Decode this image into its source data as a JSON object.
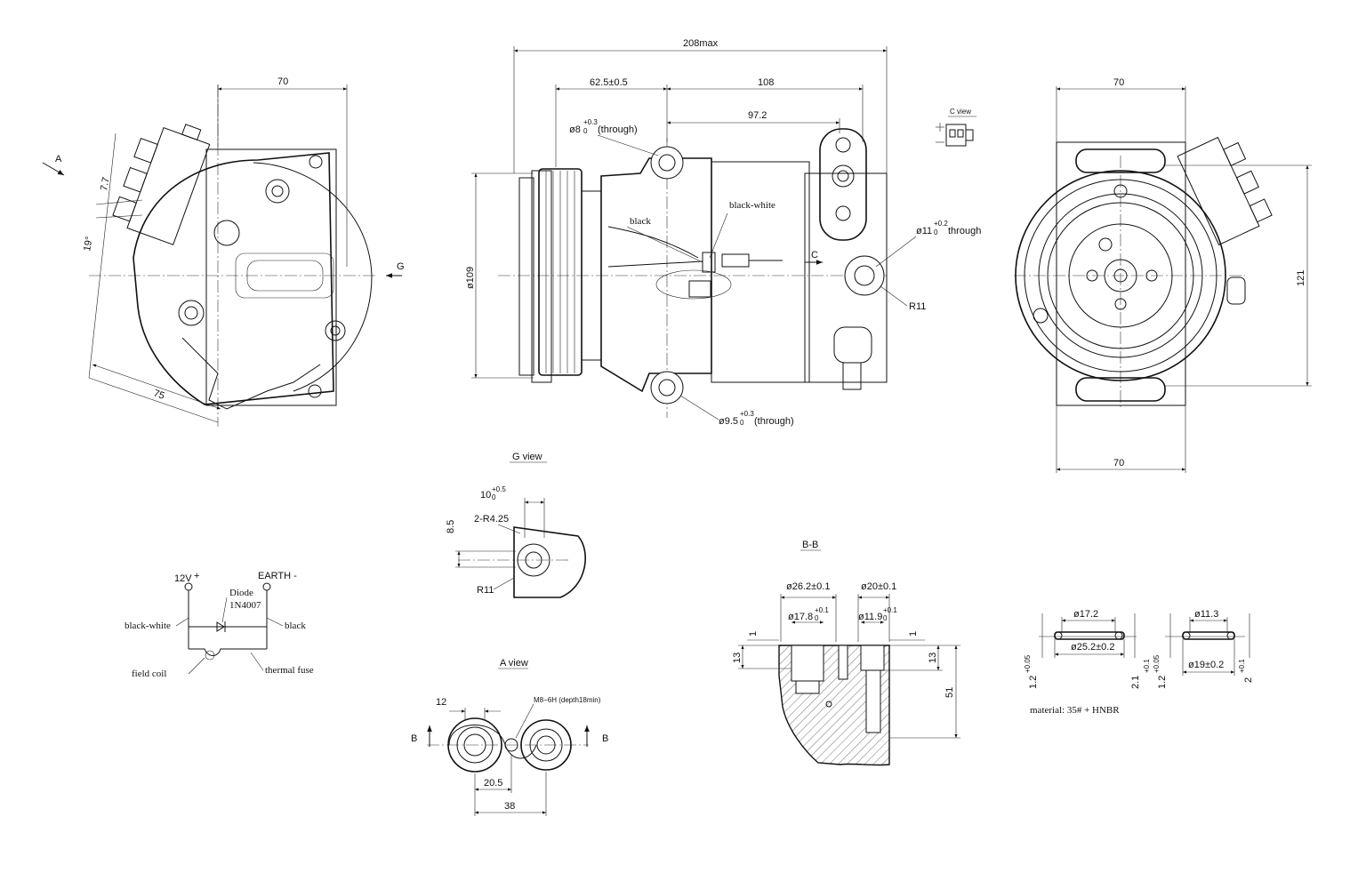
{
  "drawing": {
    "dims": {
      "overall": "208max",
      "d62": "62.5±0.5",
      "d108": "108",
      "d97": "97.2",
      "left70": "70",
      "right70top": "70",
      "right70bot": "70",
      "d121": "121",
      "d109": "ø109",
      "d7": "7.7",
      "d19": "19°",
      "d75": "75",
      "r11": "R11",
      "g_r11": "R11",
      "g_10": "10",
      "g_85": "8.5",
      "g_r425": "2-R4.25",
      "a_12": "12",
      "a_m8": "M8−6H (depth18min)",
      "a_205": "20.5",
      "a_38": "38",
      "bb_262": "ø26.2±0.1",
      "bb_20": "ø20±0.1",
      "bb_178": "ø17.8",
      "bb_119": "ø11.9",
      "bb_13l": "13",
      "bb_13r": "13",
      "bb_1l": "1",
      "bb_1r": "1",
      "bb_51": "51",
      "o_172": "ø17.2",
      "o_252": "ø25.2±0.2",
      "o_113": "ø11.3",
      "o_19": "ø19±0.2",
      "o_12a": "1.2",
      "o_21": "2.1",
      "o_12b": "1.2",
      "o_2": "2"
    },
    "hole_labels": {
      "phi8_main": "ø8",
      "phi8_tol": "+0.3",
      "phi8_tol0": "0",
      "phi8_suffix": "(through)",
      "phi11_main": "ø11",
      "phi11_tol": "+0.2",
      "phi11_tol0": "0",
      "phi11_suffix": "through",
      "phi95_main": "ø9.5",
      "phi95_tol": "+0.3",
      "phi95_tol0": "0",
      "phi95_suffix": "(through)",
      "tol01": "+0.1",
      "tol0": "0",
      "tol005": "+0.05",
      "tol05": "+0.5",
      "tol03": "+0.3"
    },
    "wire_labels": {
      "black": "black",
      "black_white": "black-white",
      "c_mark": "C"
    },
    "view_titles": {
      "a": "A",
      "g": "G",
      "c_view": "C view",
      "g_view": "G view",
      "a_view": "A view",
      "bb": "B-B",
      "b_left": "B",
      "b_right": "B"
    },
    "circuit": {
      "v12": "12V",
      "plus": "+",
      "earth": "EARTH -",
      "diode": "Diode",
      "diode_model": "1N4007",
      "bw": "black-white",
      "blk": "black",
      "field_coil": "field coil",
      "thermal_fuse": "thermal fuse"
    },
    "material": "material: 35# + HNBR"
  }
}
